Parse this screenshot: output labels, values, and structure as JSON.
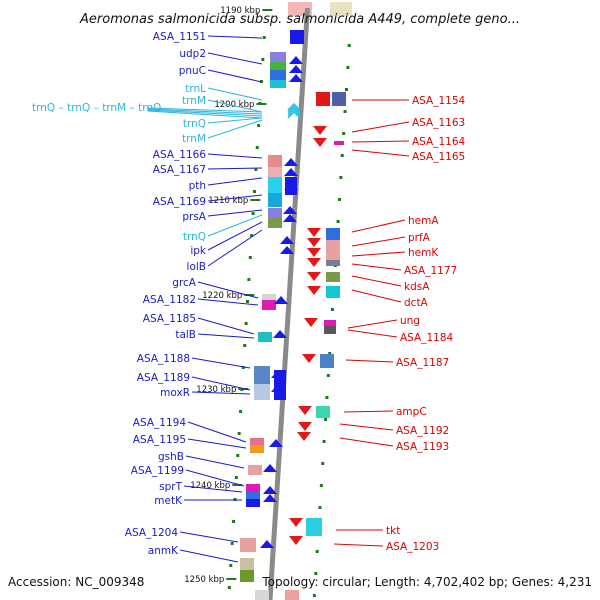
{
  "title": "Aeromonas salmonicida subsp. salmonicida A449, complete geno...",
  "footer": {
    "accession": "Accession: NC_009348",
    "summary": "Topology: circular; Length: 4,702,402 bp; Genes: 4,231"
  },
  "colors": {
    "left_label": "#1a1acc",
    "trna_label": "#29b6e0",
    "right_label": "#e00000",
    "backbone": "#8a8a8a",
    "tick": "#1f7a1f"
  },
  "ticks": [
    "1190 kbp",
    "1200 kbp",
    "1210 kbp",
    "1220 kbp",
    "1230 kbp",
    "1240 kbp",
    "1250 kbp"
  ],
  "left_labels": [
    {
      "text": "ASA_1151",
      "kind": "gene"
    },
    {
      "text": "udp2",
      "kind": "gene"
    },
    {
      "text": "pnuC",
      "kind": "gene"
    },
    {
      "text": "trnL",
      "kind": "trna"
    },
    {
      "text": "trnM",
      "kind": "trna"
    },
    {
      "text": "trnQ",
      "kind": "trna"
    },
    {
      "text": "trnM",
      "kind": "trna"
    },
    {
      "text": "ASA_1166",
      "kind": "gene"
    },
    {
      "text": "ASA_1167",
      "kind": "gene"
    },
    {
      "text": "pth",
      "kind": "gene"
    },
    {
      "text": "ASA_1169",
      "kind": "gene"
    },
    {
      "text": "prsA",
      "kind": "gene"
    },
    {
      "text": "trnQ",
      "kind": "trna"
    },
    {
      "text": "ipk",
      "kind": "gene"
    },
    {
      "text": "lolB",
      "kind": "gene"
    },
    {
      "text": "grcA",
      "kind": "gene"
    },
    {
      "text": "ASA_1182",
      "kind": "gene"
    },
    {
      "text": "ASA_1185",
      "kind": "gene"
    },
    {
      "text": "talB",
      "kind": "gene"
    },
    {
      "text": "ASA_1188",
      "kind": "gene"
    },
    {
      "text": "ASA_1189",
      "kind": "gene"
    },
    {
      "text": "moxR",
      "kind": "gene"
    },
    {
      "text": "ASA_1194",
      "kind": "gene"
    },
    {
      "text": "ASA_1195",
      "kind": "gene"
    },
    {
      "text": "gshB",
      "kind": "gene"
    },
    {
      "text": "ASA_1199",
      "kind": "gene"
    },
    {
      "text": "sprT",
      "kind": "gene"
    },
    {
      "text": "metK",
      "kind": "gene"
    },
    {
      "text": "ASA_1204",
      "kind": "gene"
    },
    {
      "text": "anmK",
      "kind": "gene"
    }
  ],
  "trna_cluster": "trnQ – trnQ – trnM – trnQ",
  "right_labels": [
    {
      "text": "ASA_1154"
    },
    {
      "text": "ASA_1163"
    },
    {
      "text": "ASA_1164"
    },
    {
      "text": "ASA_1165"
    },
    {
      "text": "hemA"
    },
    {
      "text": "prfA"
    },
    {
      "text": "hemK"
    },
    {
      "text": "ASA_1177"
    },
    {
      "text": "kdsA"
    },
    {
      "text": "dctA"
    },
    {
      "text": "ung"
    },
    {
      "text": "ASA_1184"
    },
    {
      "text": "ASA_1187"
    },
    {
      "text": "ampC"
    },
    {
      "text": "ASA_1192"
    },
    {
      "text": "ASA_1193"
    },
    {
      "text": "tkt"
    },
    {
      "text": "ASA_1203"
    }
  ]
}
